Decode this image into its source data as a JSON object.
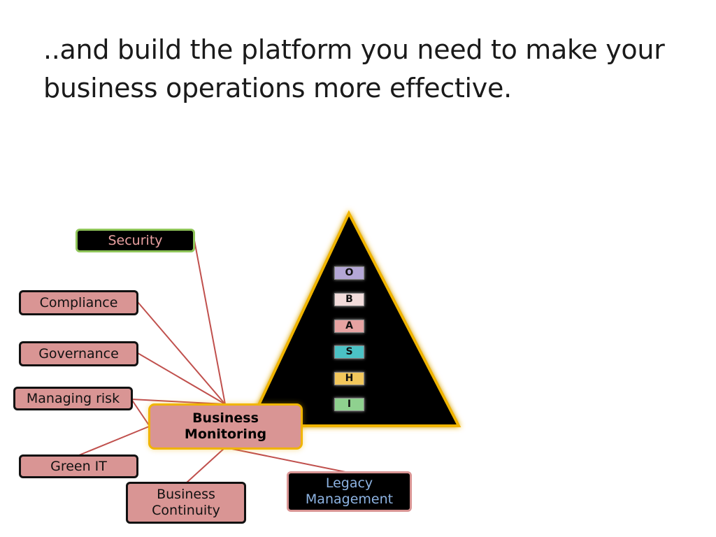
{
  "slide": {
    "title": "..and build the platform you need to make your business operations more effective."
  },
  "diagram": {
    "center": {
      "label_line1": "Business",
      "label_line2": "Monitoring"
    },
    "nodes": {
      "security": "Security",
      "compliance": "Compliance",
      "governance": "Governance",
      "managing_risk": "Managing risk",
      "green_it": "Green IT",
      "business_continuity_line1": "Business",
      "business_continuity_line2": "Continuity",
      "legacy_line1": "Legacy",
      "legacy_line2": "Management"
    },
    "pyramid_layers": [
      {
        "label": "O",
        "color": "#b4a7d6"
      },
      {
        "label": "B",
        "color": "#f2dcdb"
      },
      {
        "label": "A",
        "color": "#e6a3a2"
      },
      {
        "label": "S",
        "color": "#4bc2c5"
      },
      {
        "label": "H",
        "color": "#f2c75c"
      },
      {
        "label": "I",
        "color": "#8fd18f"
      }
    ],
    "colors": {
      "connector": "#c0504d",
      "pink_fill": "#d99594",
      "pyramid_outline": "#f0b400",
      "security_border": "#8fc55a",
      "legacy_text": "#8db3e2"
    }
  }
}
